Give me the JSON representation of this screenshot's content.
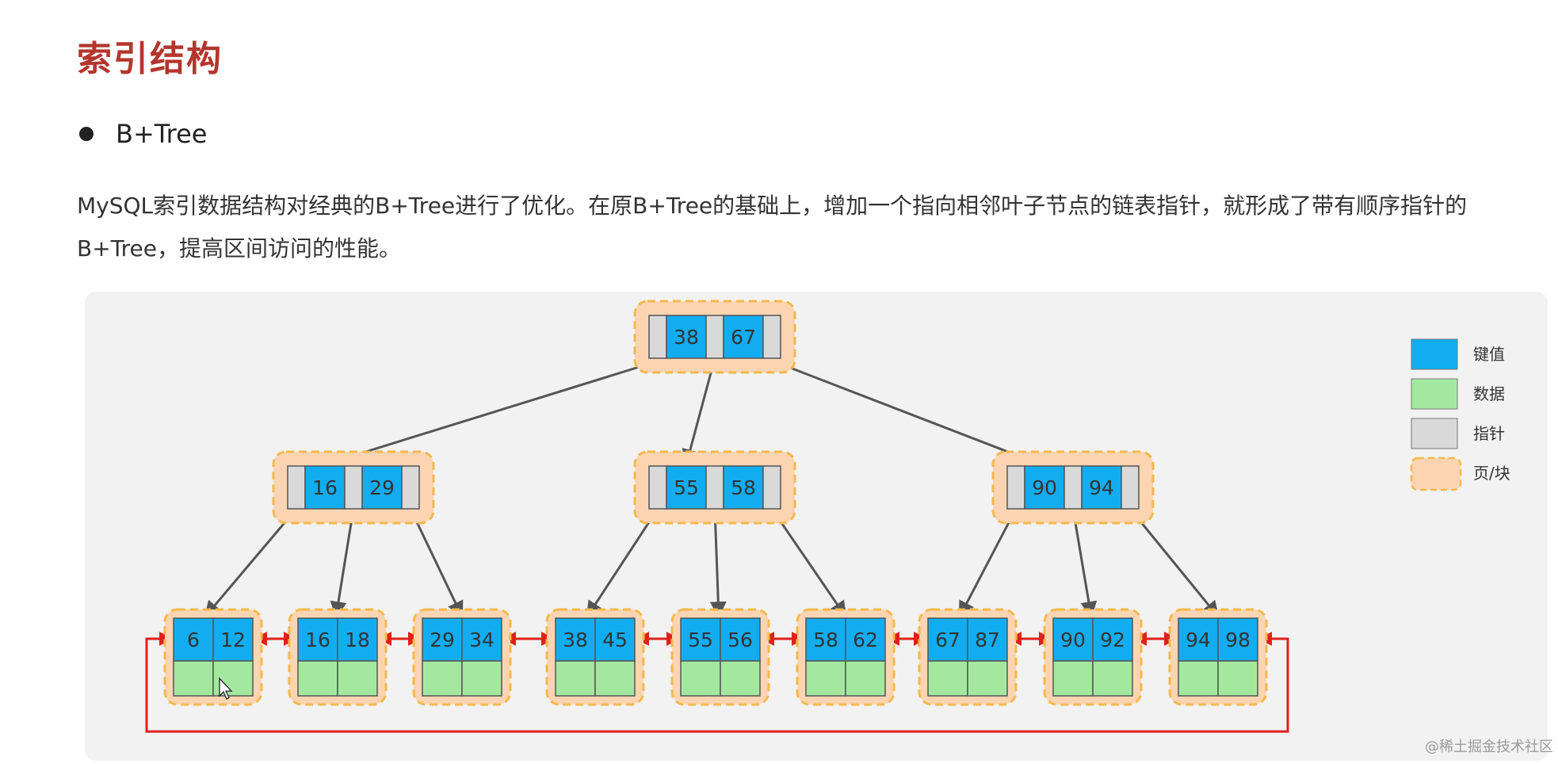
{
  "title": "索引结构",
  "bullet": "B+Tree",
  "paragraph": "MySQL索引数据结构对经典的B+Tree进行了优化。在原B+Tree的基础上，增加一个指向相邻叶子节点的链表指针，就形成了带有顺序指针的B+Tree，提高区间访问的性能。",
  "tree": {
    "root": [
      "38",
      "67"
    ],
    "internal": [
      [
        "16",
        "29"
      ],
      [
        "55",
        "58"
      ],
      [
        "90",
        "94"
      ]
    ],
    "leaves": [
      [
        "6",
        "12"
      ],
      [
        "16",
        "18"
      ],
      [
        "29",
        "34"
      ],
      [
        "38",
        "45"
      ],
      [
        "55",
        "56"
      ],
      [
        "58",
        "62"
      ],
      [
        "67",
        "87"
      ],
      [
        "90",
        "92"
      ],
      [
        "94",
        "98"
      ]
    ]
  },
  "legend": [
    {
      "label": "键值",
      "color": "#12adf0"
    },
    {
      "label": "数据",
      "color": "#a4e8a0"
    },
    {
      "label": "指针",
      "color": "#d9d9d9"
    },
    {
      "label": "页/块",
      "color": "#fbd5b2"
    }
  ],
  "colors": {
    "key": "#12adf0",
    "data": "#a4e8a0",
    "pointer": "#d9d9d9",
    "page": "#fbd5b2",
    "page_border": "#f5b84a",
    "edge": "#555555",
    "link": "#e0201a"
  },
  "watermark": "@稀土掘金技术社区"
}
